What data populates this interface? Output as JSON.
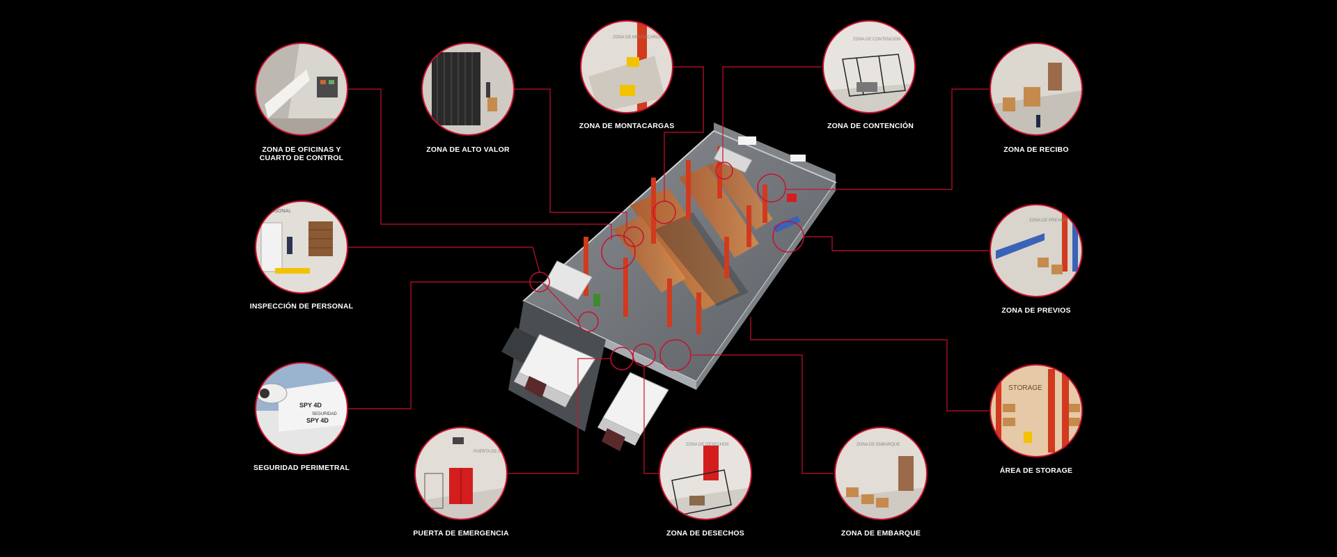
{
  "colors": {
    "accent": "#c8102e",
    "background": "#000000",
    "label": "#ffffff"
  },
  "zones": [
    {
      "id": "oficinas",
      "label_line1": "ZONA DE OFICINAS Y",
      "label_line2": "CUARTO DE CONTROL"
    },
    {
      "id": "alto-valor",
      "label_line1": "ZONA DE ALTO VALOR",
      "label_line2": ""
    },
    {
      "id": "montacargas",
      "label_line1": "ZONA DE MONTACARGAS",
      "label_line2": ""
    },
    {
      "id": "contencion",
      "label_line1": "ZONA DE CONTENCIÓN",
      "label_line2": ""
    },
    {
      "id": "recibo",
      "label_line1": "ZONA DE RECIBO",
      "label_line2": ""
    },
    {
      "id": "inspeccion",
      "label_line1": "INSPECCIÓN DE PERSONAL",
      "label_line2": ""
    },
    {
      "id": "previos",
      "label_line1": "ZONA DE PREVIOS",
      "label_line2": ""
    },
    {
      "id": "perimetral",
      "label_line1": "SEGURIDAD PERIMETRAL",
      "label_line2": ""
    },
    {
      "id": "storage",
      "label_line1": "ÁREA DE STORAGE",
      "label_line2": ""
    },
    {
      "id": "emergencia",
      "label_line1": "PUERTA DE EMERGENCIA",
      "label_line2": ""
    },
    {
      "id": "desechos",
      "label_line1": "ZONA DE DESECHOS",
      "label_line2": ""
    },
    {
      "id": "embarque",
      "label_line1": "ZONA DE EMBARQUE",
      "label_line2": ""
    }
  ],
  "thumb_text": {
    "montacargas": "ZONA DE MONTACARGAS",
    "contencion": "ZONA DE CONTENCIÓN",
    "inspeccion": "PERSONAL",
    "previos": "ZONA DE PREVIOS",
    "perimetral_brand": "SPY 4D",
    "perimetral_sub": "SEGURIDAD",
    "storage": "STORAGE",
    "emergencia": "PUERTA DE EMERGENCIA",
    "desechos": "ZONA DE DESECHOS",
    "embarque": "ZONA DE EMBARQUE"
  }
}
